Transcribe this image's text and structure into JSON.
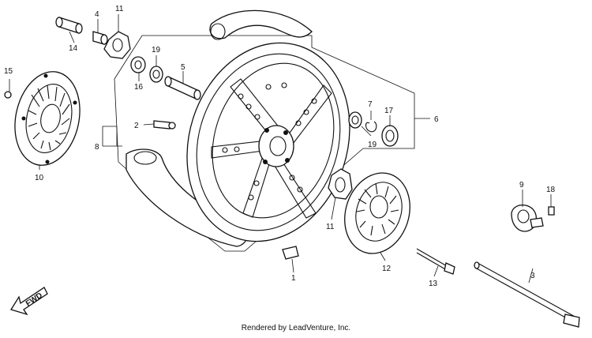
{
  "callouts": {
    "c1": "1",
    "c2": "2",
    "c3": "3",
    "c4": "4",
    "c5": "5",
    "c6": "6",
    "c7": "7",
    "c8": "8",
    "c9": "9",
    "c10": "10",
    "c11a": "11",
    "c11b": "11",
    "c12": "12",
    "c13": "13",
    "c14": "14",
    "c15": "15",
    "c16": "16",
    "c17": "17",
    "c18": "18",
    "c19a": "19",
    "c19b": "19"
  },
  "direction_label": "FWD",
  "footer_text": "Rendered by LeadVenture, Inc."
}
